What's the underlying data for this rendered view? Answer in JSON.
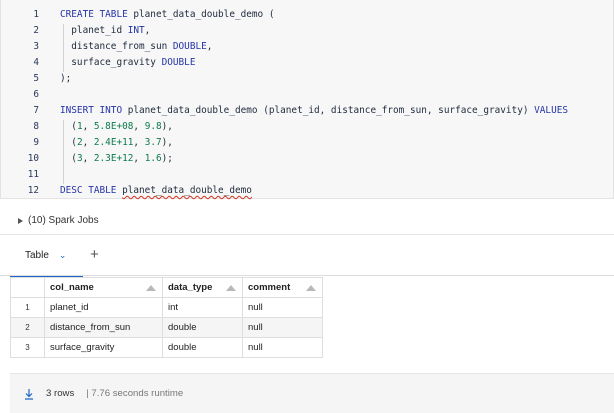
{
  "editor": {
    "lines": [
      {
        "n": "1",
        "parts": [
          [
            "kw",
            "CREATE TABLE "
          ],
          [
            "id",
            "planet_data_double_demo"
          ],
          [
            "p",
            " ("
          ]
        ]
      },
      {
        "n": "2",
        "parts": [
          [
            "p",
            "  planet_id "
          ],
          [
            "tp",
            "INT"
          ],
          [
            "p",
            ","
          ]
        ]
      },
      {
        "n": "3",
        "parts": [
          [
            "p",
            "  distance_from_sun "
          ],
          [
            "tp",
            "DOUBLE"
          ],
          [
            "p",
            ","
          ]
        ]
      },
      {
        "n": "4",
        "parts": [
          [
            "p",
            "  surface_gravity "
          ],
          [
            "tp",
            "DOUBLE"
          ]
        ]
      },
      {
        "n": "5",
        "parts": [
          [
            "p",
            ");"
          ]
        ]
      },
      {
        "n": "6",
        "parts": []
      },
      {
        "n": "7",
        "parts": [
          [
            "kw",
            "INSERT INTO "
          ],
          [
            "id",
            "planet_data_double_demo"
          ],
          [
            "p",
            " (planet_id, distance_from_sun, surface_gravity) "
          ],
          [
            "kw",
            "VALUES"
          ]
        ]
      },
      {
        "n": "8",
        "parts": [
          [
            "p",
            "  ("
          ],
          [
            "num",
            "1"
          ],
          [
            "p",
            ", "
          ],
          [
            "num",
            "5.8E+08"
          ],
          [
            "p",
            ", "
          ],
          [
            "num",
            "9.8"
          ],
          [
            "p",
            "),"
          ]
        ]
      },
      {
        "n": "9",
        "parts": [
          [
            "p",
            "  ("
          ],
          [
            "num",
            "2"
          ],
          [
            "p",
            ", "
          ],
          [
            "num",
            "2.4E+11"
          ],
          [
            "p",
            ", "
          ],
          [
            "num",
            "3.7"
          ],
          [
            "p",
            "),"
          ]
        ]
      },
      {
        "n": "10",
        "parts": [
          [
            "p",
            "  ("
          ],
          [
            "num",
            "3"
          ],
          [
            "p",
            ", "
          ],
          [
            "num",
            "2.3E+12"
          ],
          [
            "p",
            ", "
          ],
          [
            "num",
            "1.6"
          ],
          [
            "p",
            ");"
          ]
        ]
      },
      {
        "n": "11",
        "parts": []
      },
      {
        "n": "12",
        "parts": [
          [
            "kw",
            "DESC TABLE "
          ],
          [
            "sq",
            "planet_data_double_demo"
          ]
        ]
      }
    ]
  },
  "spark_jobs": "(10) Spark Jobs",
  "result": {
    "tab_label": "Table",
    "add_tab": "+",
    "columns": [
      "",
      "col_name",
      "data_type",
      "comment"
    ],
    "rows": [
      [
        "1",
        "planet_id",
        "int",
        "null"
      ],
      [
        "2",
        "distance_from_sun",
        "double",
        "null"
      ],
      [
        "3",
        "surface_gravity",
        "double",
        "null"
      ]
    ],
    "footer_rows": "3 rows",
    "footer_runtime": "| 7.76 seconds runtime"
  }
}
